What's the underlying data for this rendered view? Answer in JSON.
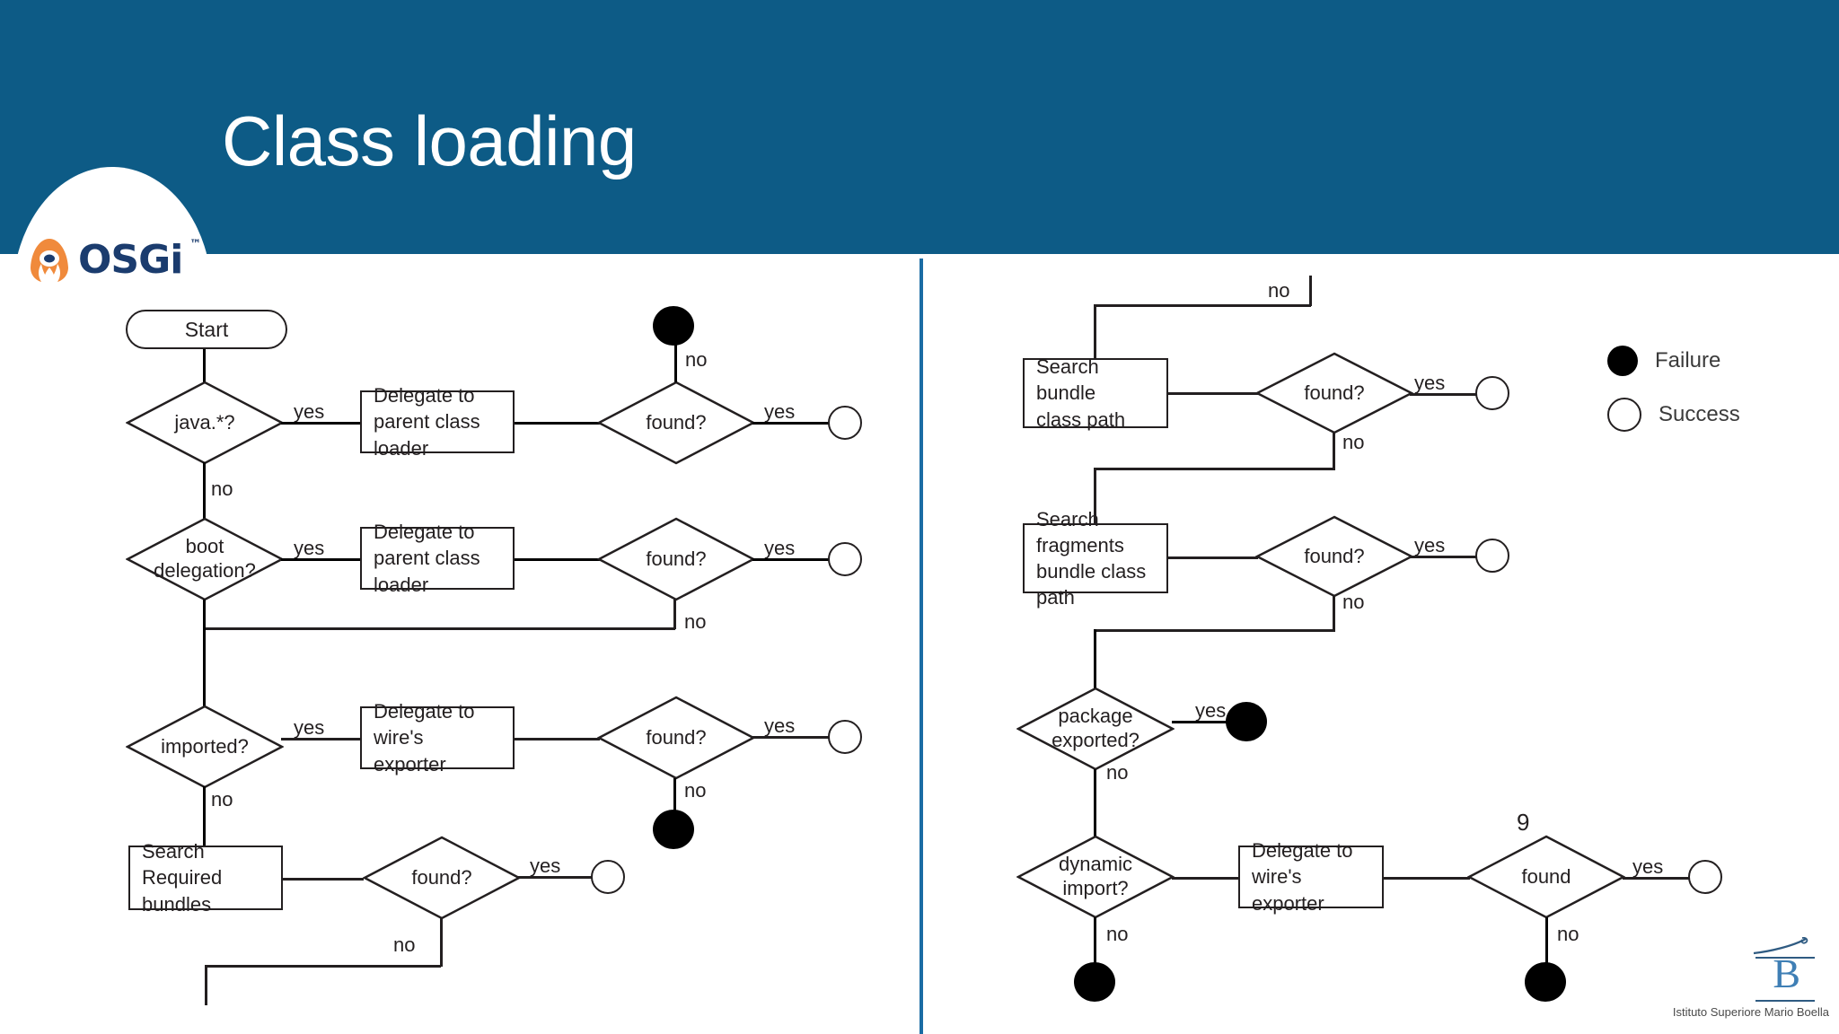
{
  "header": {
    "title": "Class loading",
    "band_color": "#0d5b86",
    "logo": {
      "text": "OSGi",
      "trademark": "™",
      "mark_color": "#f08a3c",
      "text_color": "#1b3c6e"
    }
  },
  "legend": {
    "items": [
      {
        "icon": "filled-circle-icon",
        "label": "Failure",
        "color": "#000000"
      },
      {
        "icon": "open-circle-icon",
        "label": "Success",
        "color": "#ffffff"
      }
    ]
  },
  "footer": {
    "logo_letter": "B",
    "caption": "Istituto Superiore Mario Boella",
    "accent_color": "#3f7fb5"
  },
  "chart_data": {
    "type": "diagram",
    "title": "Class loading",
    "subtitle": "",
    "diagram_kind": "flowchart",
    "panels": [
      {
        "name": "left-flowchart",
        "nodes": [
          {
            "id": "start",
            "shape": "stadium",
            "label": "Start"
          },
          {
            "id": "java-star",
            "shape": "diamond",
            "label": "java.*?"
          },
          {
            "id": "delegate-1",
            "shape": "rect",
            "label": "Delegate to\nparent class loader"
          },
          {
            "id": "found-1",
            "shape": "diamond",
            "label": "found?"
          },
          {
            "id": "failure-1",
            "shape": "filled-circle",
            "label": ""
          },
          {
            "id": "success-1",
            "shape": "open-circle",
            "label": ""
          },
          {
            "id": "boot-deleg",
            "shape": "diamond",
            "label": "boot\ndelegation?"
          },
          {
            "id": "delegate-2",
            "shape": "rect",
            "label": "Delegate to\nparent class loader"
          },
          {
            "id": "found-2",
            "shape": "diamond",
            "label": "found?"
          },
          {
            "id": "success-2",
            "shape": "open-circle",
            "label": ""
          },
          {
            "id": "imported",
            "shape": "diamond",
            "label": "imported?"
          },
          {
            "id": "delegate-3",
            "shape": "rect",
            "label": "Delegate to\nwire's exporter"
          },
          {
            "id": "found-3",
            "shape": "diamond",
            "label": "found?"
          },
          {
            "id": "success-3",
            "shape": "open-circle",
            "label": ""
          },
          {
            "id": "failure-2",
            "shape": "filled-circle",
            "label": ""
          },
          {
            "id": "search-required",
            "shape": "rect",
            "label": "Search Required\nbundles"
          },
          {
            "id": "found-4",
            "shape": "diamond",
            "label": "found?"
          },
          {
            "id": "success-4",
            "shape": "open-circle",
            "label": ""
          }
        ],
        "edges": [
          {
            "from": "start",
            "to": "java-star",
            "label": ""
          },
          {
            "from": "java-star",
            "to": "delegate-1",
            "label": "yes"
          },
          {
            "from": "java-star",
            "to": "boot-deleg",
            "label": "no"
          },
          {
            "from": "delegate-1",
            "to": "found-1",
            "label": ""
          },
          {
            "from": "found-1",
            "to": "failure-1",
            "label": "no"
          },
          {
            "from": "found-1",
            "to": "success-1",
            "label": "yes"
          },
          {
            "from": "boot-deleg",
            "to": "delegate-2",
            "label": "yes"
          },
          {
            "from": "delegate-2",
            "to": "found-2",
            "label": ""
          },
          {
            "from": "found-2",
            "to": "success-2",
            "label": "yes"
          },
          {
            "from": "found-2",
            "to": "boot-deleg",
            "label": "no"
          },
          {
            "from": "boot-deleg",
            "to": "imported",
            "label": ""
          },
          {
            "from": "imported",
            "to": "delegate-3",
            "label": "yes"
          },
          {
            "from": "delegate-3",
            "to": "found-3",
            "label": ""
          },
          {
            "from": "found-3",
            "to": "success-3",
            "label": "yes"
          },
          {
            "from": "found-3",
            "to": "failure-2",
            "label": "no"
          },
          {
            "from": "imported",
            "to": "search-required",
            "label": "no"
          },
          {
            "from": "search-required",
            "to": "found-4",
            "label": ""
          },
          {
            "from": "found-4",
            "to": "success-4",
            "label": "yes"
          },
          {
            "from": "found-4",
            "to": "offpage",
            "label": "no"
          }
        ]
      },
      {
        "name": "right-flowchart",
        "nodes": [
          {
            "id": "search-bundle-cp",
            "shape": "rect",
            "label": "Search bundle\nclass path"
          },
          {
            "id": "found-5",
            "shape": "diamond",
            "label": "found?"
          },
          {
            "id": "success-5",
            "shape": "open-circle",
            "label": ""
          },
          {
            "id": "search-fragments-cp",
            "shape": "rect",
            "label": "Search fragments\nbundle class path"
          },
          {
            "id": "found-6",
            "shape": "diamond",
            "label": "found?"
          },
          {
            "id": "success-6",
            "shape": "open-circle",
            "label": ""
          },
          {
            "id": "package-exported",
            "shape": "diamond",
            "label": "package\nexported?"
          },
          {
            "id": "failure-3",
            "shape": "filled-circle",
            "label": ""
          },
          {
            "id": "dynamic-import",
            "shape": "diamond",
            "label": "dynamic\nimport?"
          },
          {
            "id": "failure-4",
            "shape": "filled-circle",
            "label": ""
          },
          {
            "id": "delegate-4",
            "shape": "rect",
            "label": "Delegate to\nwire's exporter"
          },
          {
            "id": "found-7",
            "shape": "diamond",
            "label": "found",
            "annotation": "9"
          },
          {
            "id": "success-7",
            "shape": "open-circle",
            "label": ""
          },
          {
            "id": "failure-5",
            "shape": "filled-circle",
            "label": ""
          }
        ],
        "edges": [
          {
            "from": "offpage-in",
            "to": "search-bundle-cp",
            "label": "no"
          },
          {
            "from": "search-bundle-cp",
            "to": "found-5",
            "label": ""
          },
          {
            "from": "found-5",
            "to": "success-5",
            "label": "yes"
          },
          {
            "from": "found-5",
            "to": "search-fragments-cp",
            "label": "no"
          },
          {
            "from": "search-fragments-cp",
            "to": "found-6",
            "label": ""
          },
          {
            "from": "found-6",
            "to": "success-6",
            "label": "yes"
          },
          {
            "from": "found-6",
            "to": "package-exported",
            "label": "no"
          },
          {
            "from": "package-exported",
            "to": "failure-3",
            "label": "yes"
          },
          {
            "from": "package-exported",
            "to": "dynamic-import",
            "label": "no"
          },
          {
            "from": "dynamic-import",
            "to": "delegate-4",
            "label": ""
          },
          {
            "from": "dynamic-import",
            "to": "failure-4",
            "label": "no"
          },
          {
            "from": "delegate-4",
            "to": "found-7",
            "label": ""
          },
          {
            "from": "found-7",
            "to": "success-7",
            "label": "yes"
          },
          {
            "from": "found-7",
            "to": "failure-5",
            "label": "no"
          }
        ]
      }
    ],
    "labels": {
      "yes": "yes",
      "no": "no",
      "start": "Start",
      "found_q": "found?",
      "found": "found",
      "annotation_9": "9",
      "java_star": "java.*?",
      "boot_delegation": "boot\ndelegation?",
      "imported": "imported?",
      "package_exported": "package\nexported?",
      "dynamic_import": "dynamic\nimport?",
      "delegate_parent": "Delegate to\nparent class loader",
      "delegate_wire": "Delegate to\nwire's exporter",
      "search_required": "Search Required\nbundles",
      "search_bundle_cp": "Search bundle\nclass path",
      "search_fragments_cp": "Search fragments\nbundle class path"
    }
  },
  "left": {
    "start": "Start",
    "java_star": "java.*?",
    "yes1": "yes",
    "no1": "no",
    "delegate1_line1": "Delegate to",
    "delegate1_line2": "parent class loader",
    "found1": "found?",
    "no_found1": "no",
    "yes_found1": "yes",
    "boot_line1": "boot",
    "boot_line2": "delegation?",
    "yes2": "yes",
    "delegate2_line1": "Delegate to",
    "delegate2_line2": "parent class loader",
    "found2": "found?",
    "yes_found2": "yes",
    "no_found2": "no",
    "imported": "imported?",
    "yes3": "yes",
    "no3": "no",
    "delegate3_line1": "Delegate to",
    "delegate3_line2": "wire's exporter",
    "found3": "found?",
    "yes_found3": "yes",
    "no_found3": "no",
    "search_required_line1": "Search Required",
    "search_required_line2": "bundles",
    "found4": "found?",
    "yes_found4": "yes",
    "no_found4": "no"
  },
  "right": {
    "no_top": "no",
    "search_bundle_line1": "Search bundle",
    "search_bundle_line2": "class path",
    "found5": "found?",
    "yes5": "yes",
    "no5": "no",
    "search_fragments_line1": "Search fragments",
    "search_fragments_line2": "bundle class path",
    "found6": "found?",
    "yes6": "yes",
    "no6": "no",
    "package_line1": "package",
    "package_line2": "exported?",
    "yes_pkg": "yes",
    "no_pkg": "no",
    "dynamic_line1": "dynamic",
    "dynamic_line2": "import?",
    "no_dyn": "no",
    "delegate4_line1": "Delegate to",
    "delegate4_line2": "wire's exporter",
    "annotation9": "9",
    "found7": "found",
    "yes7": "yes",
    "no7": "no"
  }
}
